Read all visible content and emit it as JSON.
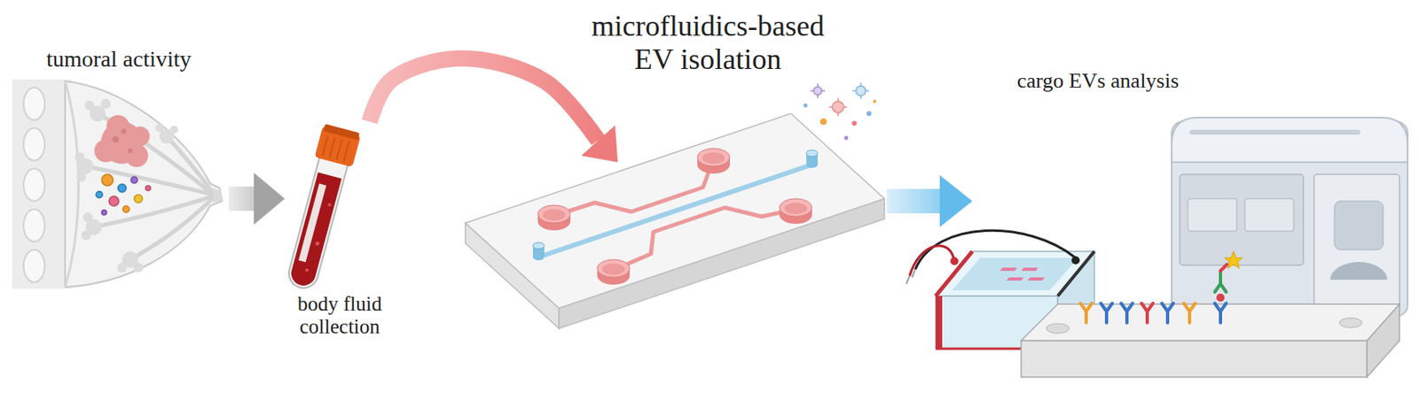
{
  "diagram": {
    "nodes": [
      {
        "text": [
          "tumoral activity"
        ]
      },
      {
        "text": [
          "body fluid collection"
        ]
      },
      {
        "text": [
          "microfluidics-based EV isolation"
        ]
      },
      {
        "text": [
          "cargo EVs analysis"
        ]
      }
    ],
    "edges": [
      {
        "from": 0,
        "to": 1,
        "arrow": "to"
      },
      {
        "from": 1,
        "to": 2,
        "arrow": "to"
      },
      {
        "from": 2,
        "to": 3,
        "arrow": "to"
      }
    ]
  }
}
